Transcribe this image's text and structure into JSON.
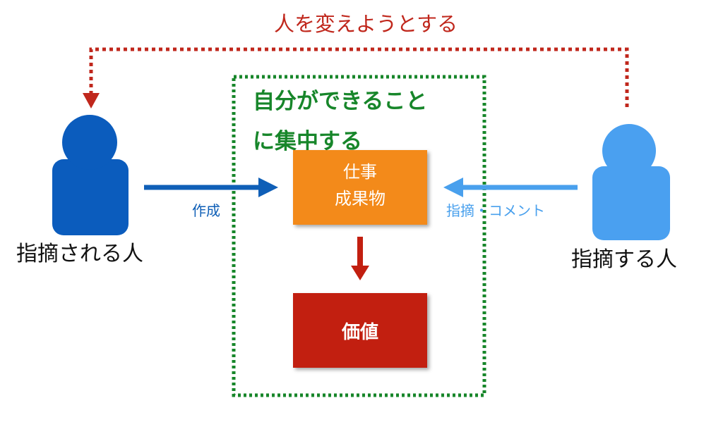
{
  "diagram": {
    "feedback_label": "人を変えようとする",
    "focus_area": {
      "line1": "自分ができること",
      "line2": "に集中する"
    },
    "left_person": {
      "label": "指摘される人",
      "icon": "person-icon",
      "color": "#0b5cbd"
    },
    "right_person": {
      "label": "指摘する人",
      "icon": "person-icon",
      "color": "#4aa0f0"
    },
    "work_box": {
      "line1": "仕事",
      "line2": "成果物",
      "color": "#f38a1a"
    },
    "value_box": {
      "label": "価値",
      "color": "#c21f10"
    },
    "create_label": "作成",
    "comment_label": "指摘・コメント",
    "colors": {
      "feedback": "#c0271c",
      "focus": "#17862a",
      "create_arrow": "#0f5fb7",
      "comment_arrow": "#49a0ed"
    }
  }
}
